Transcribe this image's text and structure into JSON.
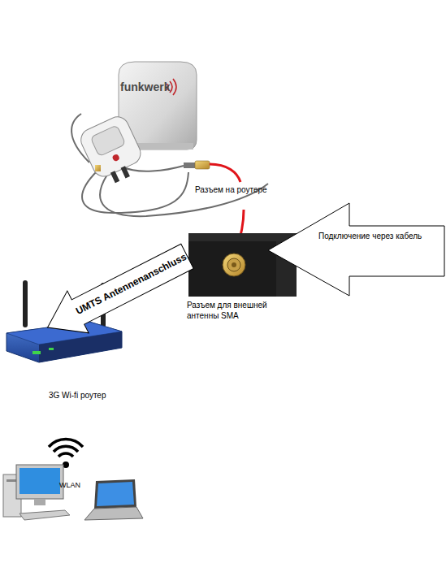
{
  "diagram": {
    "nodes": [
      {
        "text": [
          "Подключение через кабель"
        ]
      },
      {
        "text": [
          "UMTS Antennenanschluss"
        ]
      }
    ],
    "labels": [
      "funkwerk",
      "Разъем на роутере",
      "Разъем для внешней антенны SMA",
      "3G Wi-fi роутер",
      "WLAN"
    ]
  }
}
